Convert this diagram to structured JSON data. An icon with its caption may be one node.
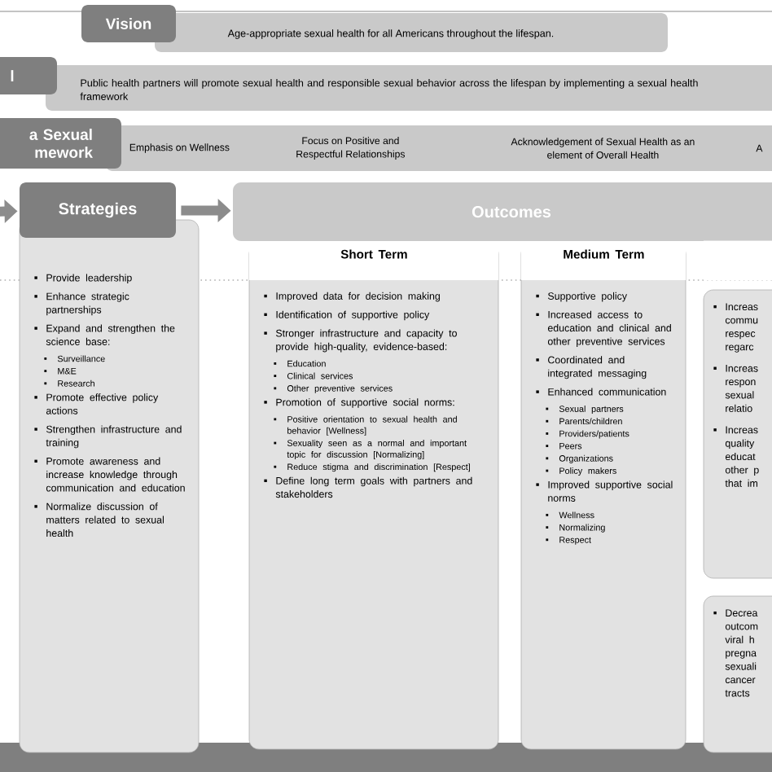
{
  "diagram": {
    "nodes": [
      {
        "text": [
          "Vision"
        ]
      },
      {
        "text": [
          "Age-appropriate sexual health for all Americans throughout the lifespan."
        ]
      },
      {
        "text": [
          "l"
        ]
      },
      {
        "text": [
          "Public health partners will promote sexual health and responsible sexual behavior across the lifespan by implementing a sexual health framework"
        ]
      },
      {
        "text": [
          "a Sexual mework"
        ]
      },
      {
        "text": [
          "Emphasis on Wellness",
          "Focus on Positive and Respectful Relationships",
          "Acknowledgement of Sexual Health as an element of Overall Health",
          "A"
        ]
      },
      {
        "text": [
          "Strategies"
        ]
      },
      {
        "text": [
          "Provide leadership",
          "Enhance strategic partnerships",
          "Expand and strengthen the science base:",
          "Surveillance",
          "M&E",
          "Research",
          "Promote effective policy actions",
          "Strengthen infrastructure and training",
          "Promote awareness and increase knowledge through communication and education",
          "Normalize discussion of matters related to sexual health"
        ]
      },
      {
        "text": [
          "Outcomes"
        ]
      },
      {
        "text": [
          "Short Term",
          "Improved data for decision making",
          "Identification of supportive policy",
          "Stronger infrastructure and capacity to provide high-quality, evidence-based:",
          "Education",
          "Clinical services",
          "Other preventive services",
          "Promotion of supportive social norms:",
          "Positive orientation to sexual health and behavior [Wellness]",
          "Sexuality seen as a normal and important topic for discussion [Normalizing]",
          "Reduce stigma and discrimination [Respect]",
          "Define long term goals with partners and stakeholders"
        ]
      },
      {
        "text": [
          "Medium Term",
          "Supportive policy",
          "Increased access to education and clinical and other preventive services",
          "Coordinated and integrated messaging",
          "Enhanced communication",
          "Sexual partners",
          "Parents/children",
          "Providers/patients",
          "Peers",
          "Organizations",
          "Policy makers",
          "Improved supportive social norms",
          "Wellness",
          "Normalizing",
          "Respect"
        ]
      },
      {
        "text": [],
        "shape": "box"
      },
      {
        "text": [
          "Increas commu respec regarc",
          "Increas respon sexual relatio",
          "Increas quality educat other p that im"
        ]
      },
      {
        "text": [
          "Decrea outcom viral h pregna sexuali cancer tracts"
        ]
      }
    ],
    "edges": [
      {
        "from": null,
        "to": 6,
        "arrow": "to"
      },
      {
        "from": 6,
        "to": 8,
        "arrow": "to"
      }
    ]
  }
}
